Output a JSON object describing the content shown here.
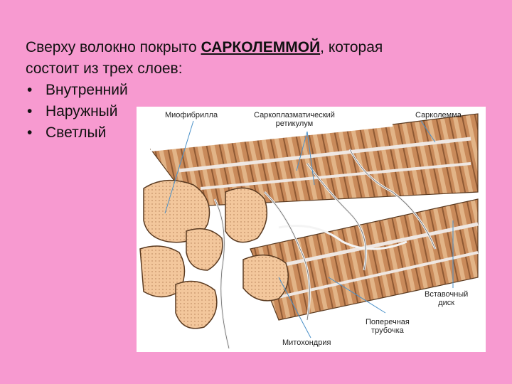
{
  "slide": {
    "intro_prefix": "Сверху волокно покрыто ",
    "intro_emphasis": "САРКОЛЕММОЙ",
    "intro_suffix": ", которая",
    "intro_line2": "состоит из трех слоев:",
    "bullets": [
      "Внутренний",
      "Наружный",
      "Светлый"
    ]
  },
  "figure": {
    "labels": {
      "myofibril": "Миофибрилла",
      "sr_line1": "Саркоплазматический",
      "sr_line2": "ретикулум",
      "sarcolemma": "Сарколемма",
      "disc_line1": "Вставочный",
      "disc_line2": "диск",
      "ttube_line1": "Поперечная",
      "ttube_line2": "трубочка",
      "mito": "Митохондрия"
    }
  }
}
